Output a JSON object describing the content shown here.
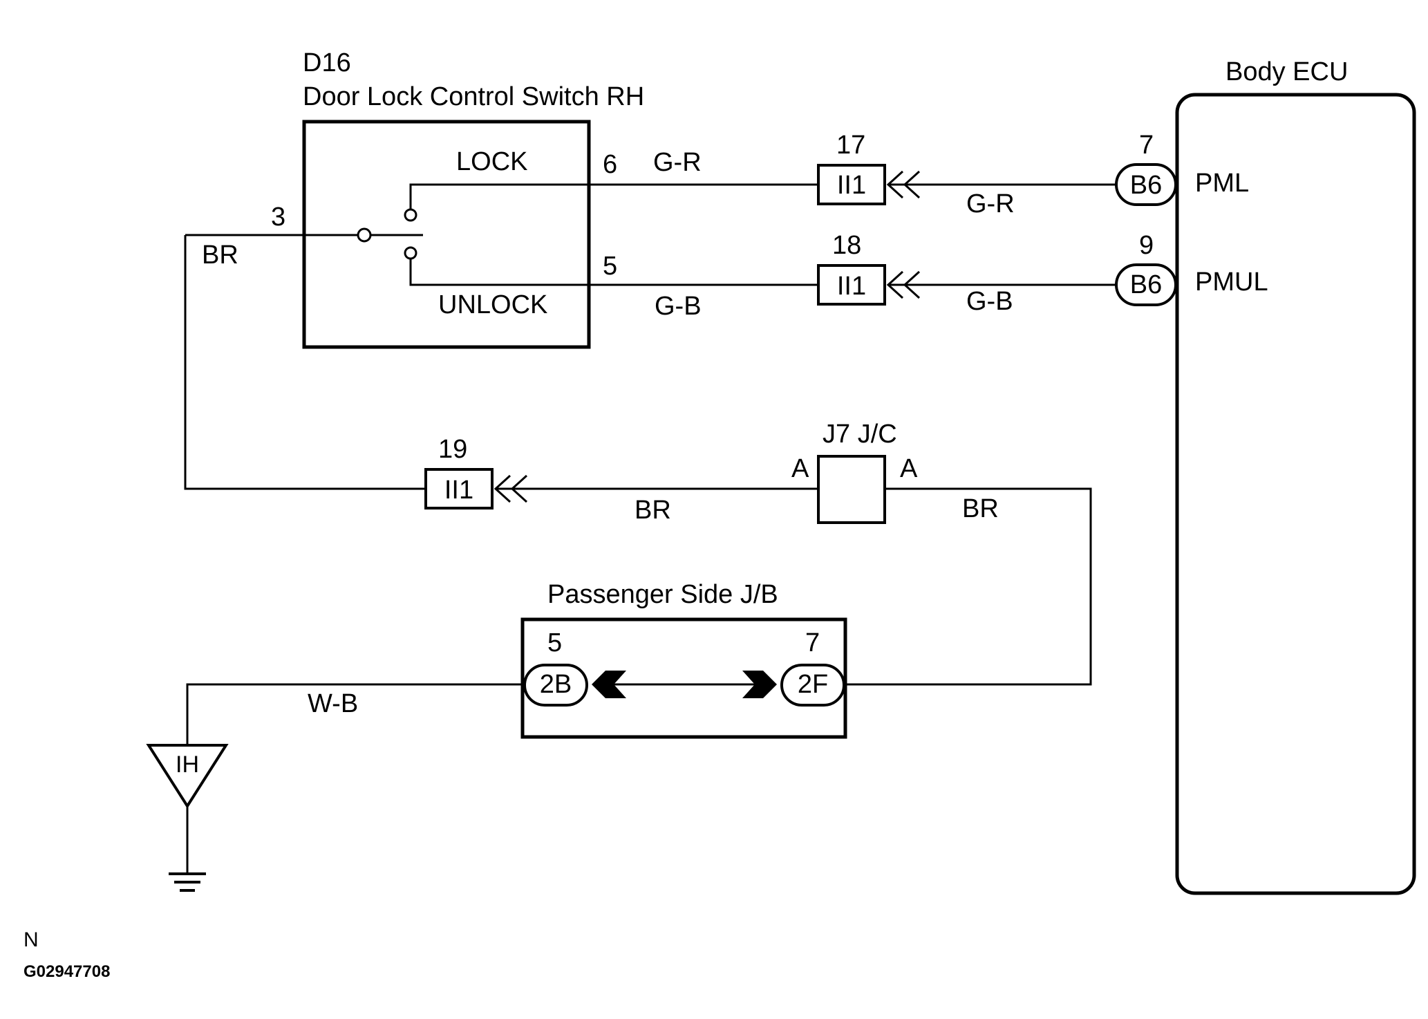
{
  "switch": {
    "code": "D16",
    "name": "Door Lock Control Switch RH",
    "lock_label": "LOCK",
    "unlock_label": "UNLOCK",
    "pin_common": "3",
    "pin_lock": "6",
    "pin_unlock": "5"
  },
  "ecu": {
    "name": "Body ECU",
    "pml_label": "PML",
    "pmul_label": "PMUL",
    "pml_pin": "7",
    "pmul_pin": "9",
    "pml_connector": "B6",
    "pmul_connector": "B6"
  },
  "connectors": {
    "ii1_top": {
      "pin": "17",
      "label": "II1"
    },
    "ii1_mid": {
      "pin": "18",
      "label": "II1"
    },
    "ii1_low": {
      "pin": "19",
      "label": "II1"
    }
  },
  "wires": {
    "lock_left": "G-R",
    "lock_right": "G-R",
    "unlock_left": "G-B",
    "unlock_right": "G-B",
    "common": "BR",
    "jc_left": "BR",
    "jc_right": "BR",
    "ground": "W-B"
  },
  "junction_connector": {
    "name": "J7 J/C",
    "pin_left": "A",
    "pin_right": "A"
  },
  "junction_block": {
    "name": "Passenger Side J/B",
    "left_pin": "5",
    "right_pin": "7",
    "left_connector": "2B",
    "right_connector": "2F"
  },
  "ground": {
    "label": "IH"
  },
  "footer": {
    "note": "N",
    "figure_id": "G02947708"
  }
}
